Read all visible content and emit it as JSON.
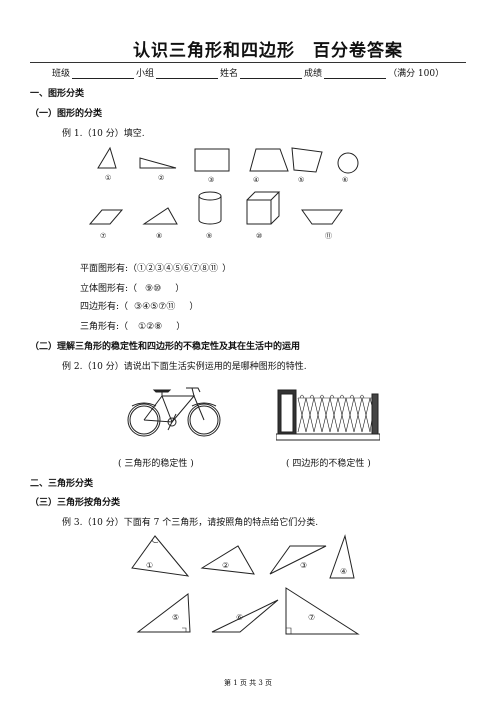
{
  "title": "认识三角形和四边形　百分卷答案",
  "info": {
    "class_label": "班级",
    "group_label": "小组",
    "name_label": "姓名",
    "score_label": "成绩",
    "full_score": "（满分 100）"
  },
  "section1": {
    "heading": "一、图形分类",
    "sub1": {
      "heading": "（一）图形的分类",
      "example": "例 1.（10 分）填空.",
      "shape_labels": [
        "①",
        "②",
        "③",
        "④",
        "⑤",
        "⑥",
        "⑦",
        "⑧",
        "⑨",
        "⑩",
        "⑪"
      ],
      "answers": [
        {
          "label": "平面图形有:（",
          "value": "①②③④⑤⑥⑦⑧⑪",
          "end": "）"
        },
        {
          "label": "立体图形有:（",
          "value": "⑨⑩",
          "end": "）"
        },
        {
          "label": "四边形有:（",
          "value": "③④⑤⑦⑪",
          "end": "）"
        },
        {
          "label": "三角形有:（",
          "value": "①②⑧",
          "end": "）"
        }
      ]
    },
    "sub2": {
      "heading": "（二）理解三角形的稳定性和四边形的不稳定性及其在生活中的运用",
      "example": "例 2.（10 分）请说出下面生活实例运用的是哪种图形的特性.",
      "caption_left": "( 三角形的稳定性 )",
      "caption_right": "( 四边形的不稳定性 )"
    }
  },
  "section2": {
    "heading": "二、三角形分类",
    "sub3": {
      "heading": "（三）三角形按角分类",
      "example": "例 3.（10 分）下面有 7 个三角形，请按照角的特点给它们分类.",
      "triangle_labels": [
        "①",
        "②",
        "③",
        "④",
        "⑤",
        "⑥",
        "⑦"
      ]
    }
  },
  "footer": "第 1 页 共 3 页"
}
